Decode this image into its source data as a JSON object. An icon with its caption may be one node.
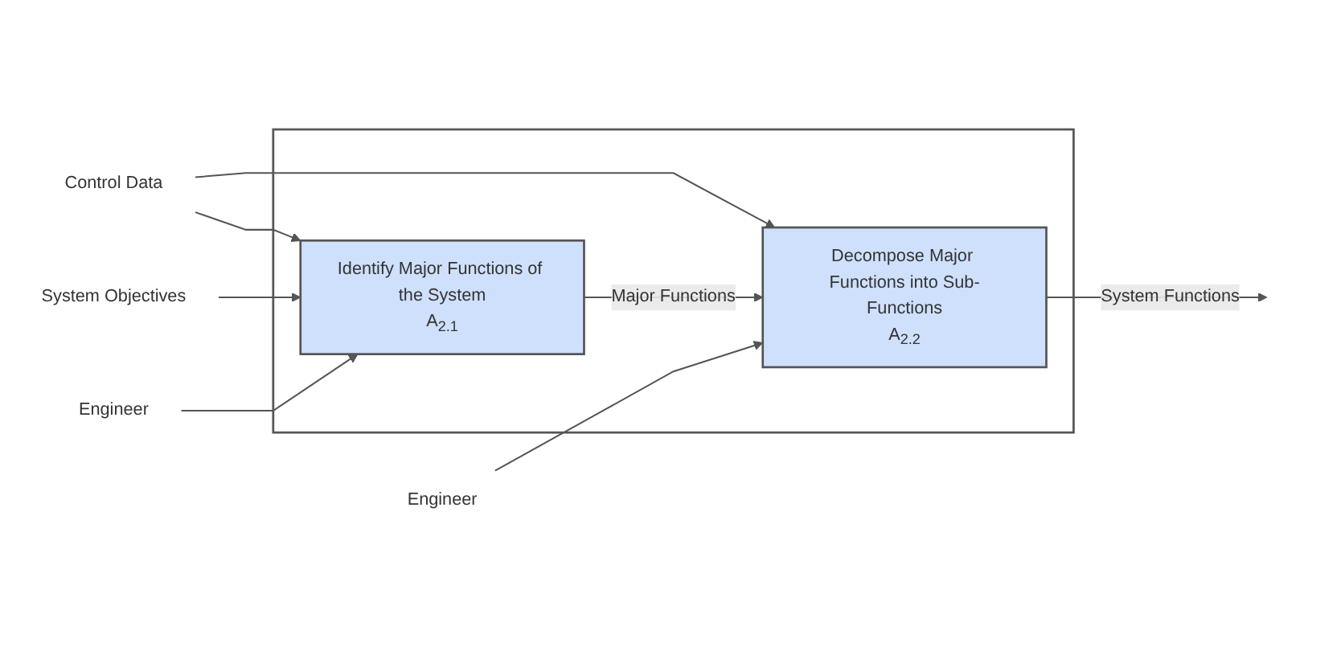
{
  "diagram": {
    "nodes": [
      {
        "text": [],
        "shape": "box"
      },
      {
        "text": [
          "Identify Major Functions of the System",
          "A$_{2.1}$"
        ],
        "in": 0
      },
      {
        "text": [
          "Decompose Major Functions into Sub-Functions",
          "A$_{2.2}$"
        ],
        "in": 0
      },
      {
        "text": [
          "Control Data"
        ]
      },
      {
        "text": [
          "System Objectives"
        ]
      },
      {
        "text": [
          "Engineer"
        ]
      },
      {
        "text": [
          "Engineer"
        ]
      }
    ],
    "edges": [
      {
        "from": 3,
        "to": 1,
        "arrow": "to"
      },
      {
        "from": 3,
        "to": 2,
        "arrow": "to"
      },
      {
        "from": 4,
        "to": 1,
        "arrow": "to"
      },
      {
        "from": 5,
        "to": 1,
        "arrow": "to"
      },
      {
        "from": 1,
        "to": 2,
        "arrow": "to",
        "label": "Major Functions"
      },
      {
        "from": 6,
        "to": 2,
        "arrow": "to"
      },
      {
        "from": 2,
        "to": null,
        "arrow": "to",
        "label": "System Functions"
      }
    ]
  }
}
